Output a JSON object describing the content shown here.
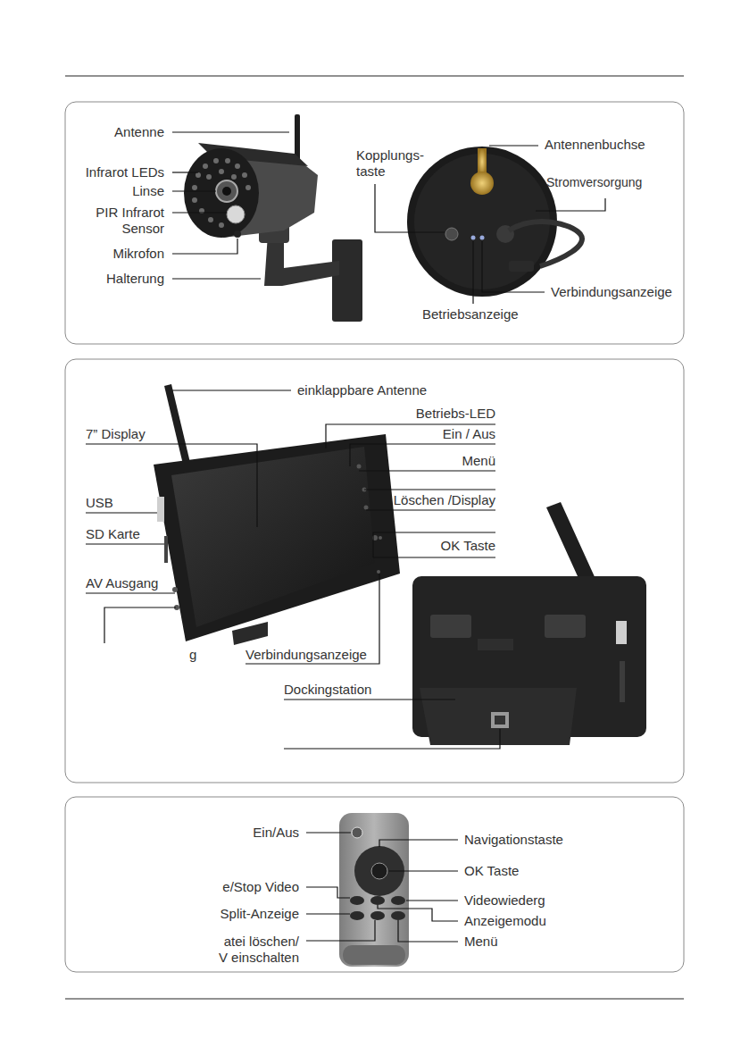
{
  "diagram": {
    "labels": [
      "Antenne",
      "Infrarot LEDs",
      "Linse",
      "PIR Infrarot Sensor",
      "Mikrofon",
      "Halterung",
      "Kopplungs- taste",
      "Antennenbuchse",
      "Stromversorgung",
      "Verbindungsanzeige",
      "Betriebsanzeige",
      "einklappbare Antenne",
      "Betriebs-LED",
      "7” Display",
      "Ein / Aus",
      "Menü",
      "USB",
      "Löschen /Display",
      "SD Karte",
      "OK Taste",
      "AV Ausgang",
      "g",
      "Verbindungsanzeige",
      "Dockingstation",
      "Ein/Aus",
      "Navigationstaste",
      "OK Taste",
      "e/Stop Video",
      "Videowiederg",
      "Split-Anzeige",
      "Anzeigemodu",
      "atei löschen/ V einschalten",
      "Menü"
    ]
  }
}
